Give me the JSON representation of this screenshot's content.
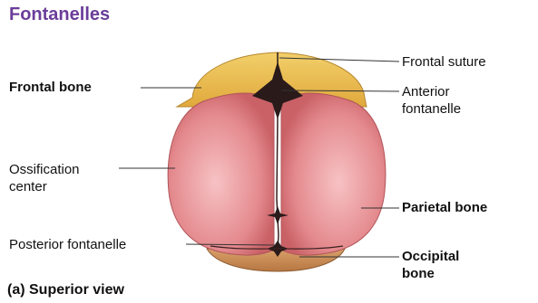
{
  "title": "Fontanelles",
  "labels": {
    "frontal_bone": "Frontal bone",
    "frontal_suture": "Frontal suture",
    "anterior_fontanelle_1": "Anterior",
    "anterior_fontanelle_2": "fontanelle",
    "ossification_center_1": "Ossification",
    "ossification_center_2": "center",
    "parietal_bone": "Parietal bone",
    "posterior_fontanelle": "Posterior fontanelle",
    "occipital_bone_1": "Occipital",
    "occipital_bone_2": "bone"
  },
  "caption": "(a) Superior view",
  "colors": {
    "title": "#6a3d9a",
    "frontal_bone": "#e8b84a",
    "parietal_bone": "#e48a8e",
    "occipital_bone": "#c98b58",
    "fontanelle": "#2a1a1a",
    "leader_line": "#333333"
  }
}
